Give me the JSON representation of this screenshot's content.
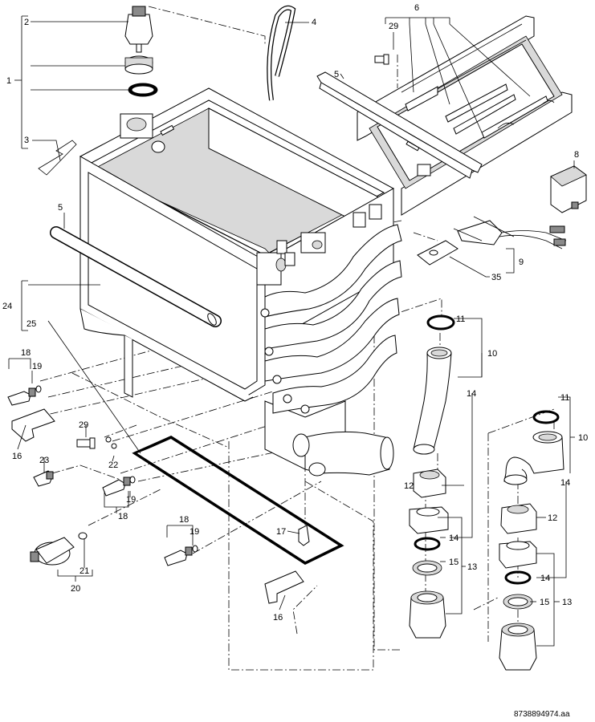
{
  "diagram": {
    "labels": {
      "l1": "1",
      "l2": "2",
      "l3": "3",
      "l4": "4",
      "l5a": "5",
      "l5b": "5",
      "l6": "6",
      "l8": "8",
      "l9": "9",
      "l10a": "10",
      "l10b": "10",
      "l11a": "11",
      "l11b": "11",
      "l12a": "12",
      "l12b": "12",
      "l13a": "13",
      "l13b": "13",
      "l14a": "14",
      "l14b": "14",
      "l14c": "14",
      "l14d": "14",
      "l15a": "15",
      "l15b": "15",
      "l16a": "16",
      "l16b": "16",
      "l17": "17",
      "l18a": "18",
      "l18b": "18",
      "l18c": "18",
      "l19a": "19",
      "l19b": "19",
      "l19c": "19",
      "l20": "20",
      "l21": "21",
      "l22": "22",
      "l23": "23",
      "l24": "24",
      "l25": "25",
      "l29a": "29",
      "l29b": "29",
      "l35": "35"
    },
    "reference": "8738894974.aa"
  }
}
